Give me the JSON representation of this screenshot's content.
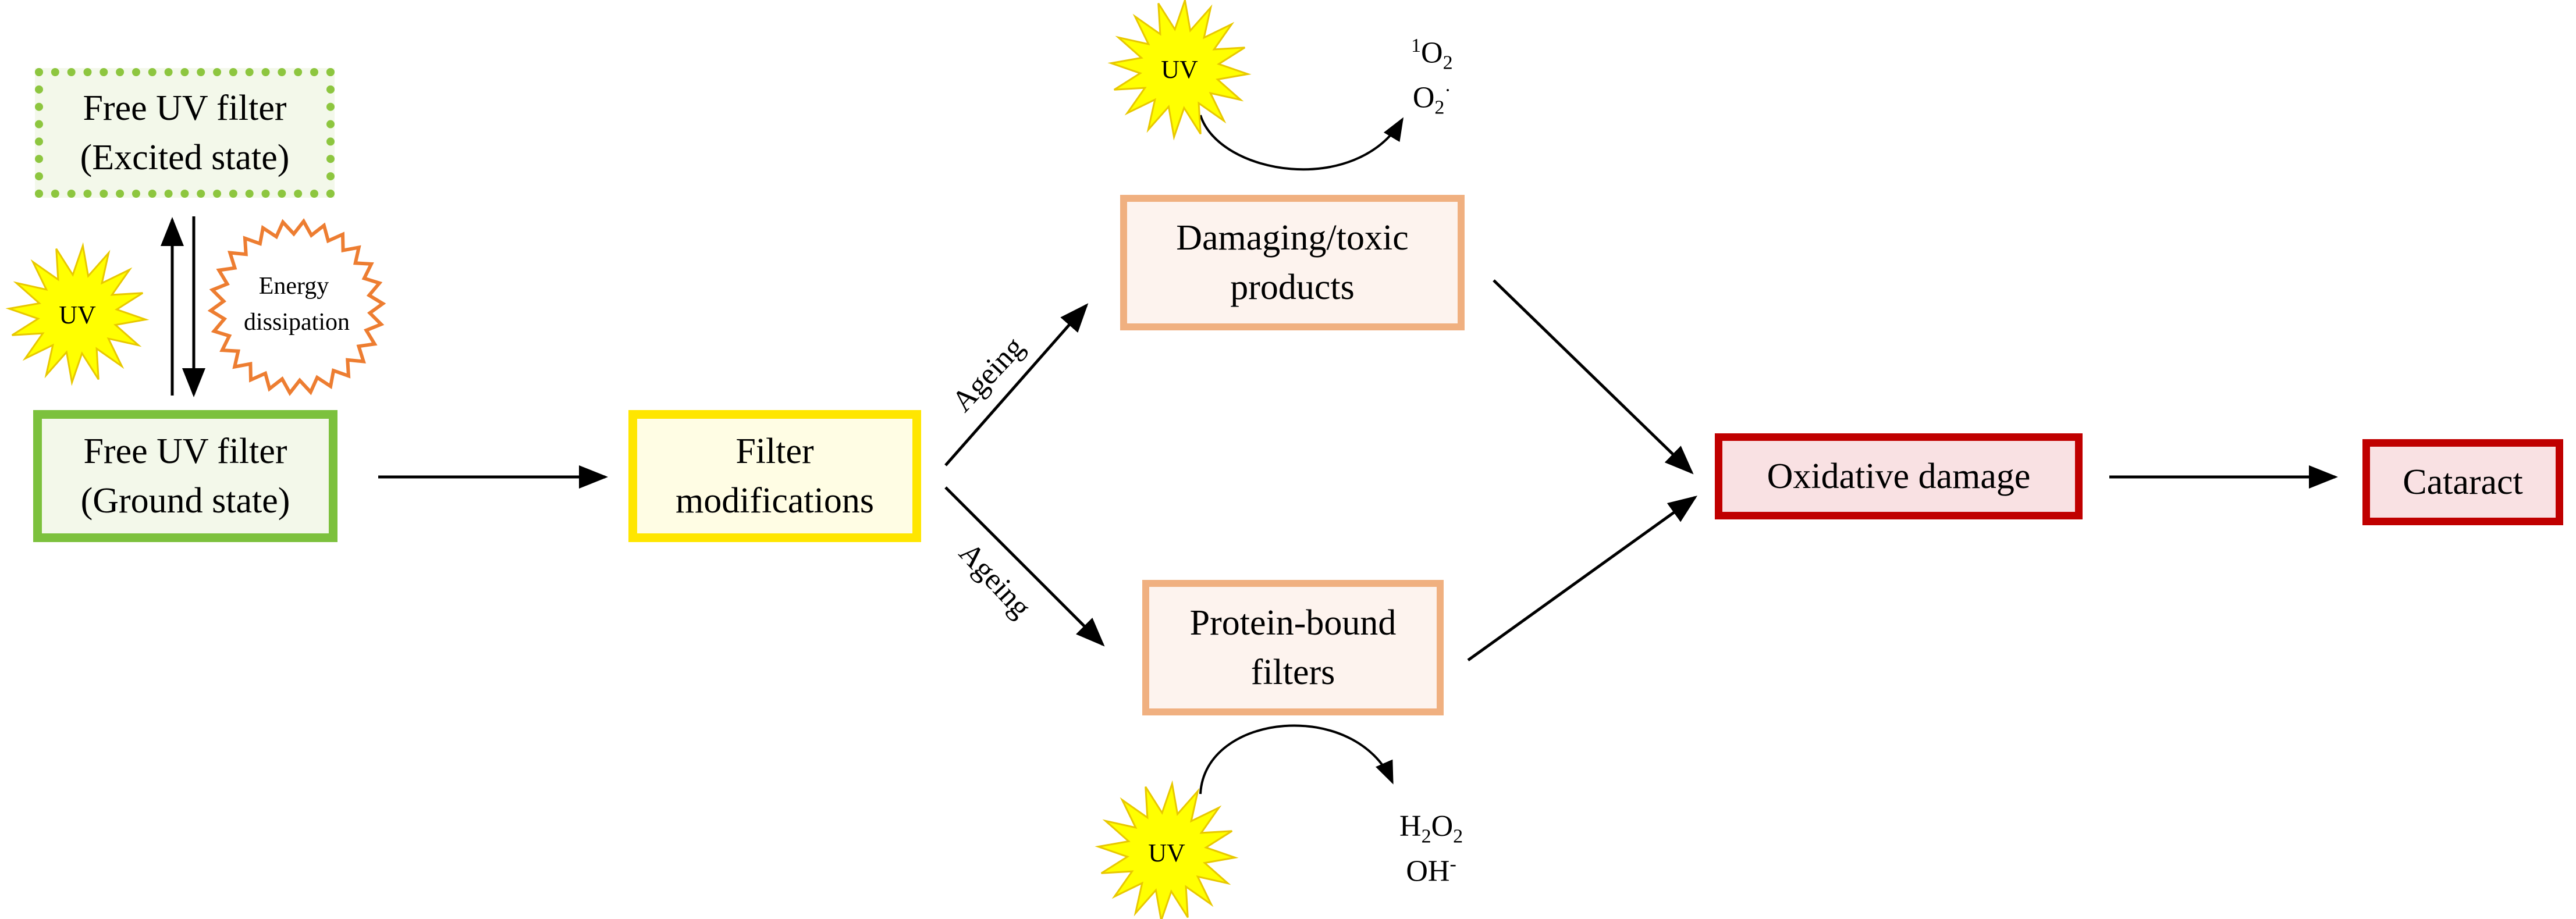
{
  "colors": {
    "excited_border": "#8dc63f",
    "excited_fill": "#f3f8ea",
    "ground_border": "#7cc13d",
    "ground_fill": "#f3f8ea",
    "modifications_border": "#ffe600",
    "modifications_fill": "#fffde4",
    "products_border": "#f0b080",
    "products_fill": "#fdf3ee",
    "damage_border": "#c00000",
    "damage_fill": "#f9e1e3",
    "uv_burst_fill": "#ffff00",
    "uv_burst_stroke": "#e8c800",
    "energy_stroke": "#ed7d31"
  },
  "nodes": {
    "excited": {
      "line1": "Free UV filter",
      "line2": "(Excited state)"
    },
    "ground": {
      "line1": "Free UV filter",
      "line2": "(Ground state)"
    },
    "modifications": {
      "line1": "Filter",
      "line2": "modifications"
    },
    "toxic": {
      "line1": "Damaging/toxic",
      "line2": "products"
    },
    "protein": {
      "line1": "Protein-bound",
      "line2": "filters"
    },
    "oxidative": {
      "line1": "Oxidative damage"
    },
    "cataract": {
      "line1": "Cataract"
    }
  },
  "bursts": {
    "uv_left": "UV",
    "uv_top": "UV",
    "uv_bottom": "UV",
    "energy_line1": "Energy",
    "energy_line2": "dissipation"
  },
  "labels": {
    "ageing_up": "Ageing",
    "ageing_down": "Ageing"
  },
  "species_top": {
    "singlet_sup": "1",
    "singlet": "O",
    "singlet_sub": "2",
    "superoxide": "O",
    "superoxide_sub": "2",
    "superoxide_sup": "·"
  },
  "species_bottom": {
    "h": "H",
    "h_sub": "2",
    "o": "O",
    "o_sub": "2",
    "hydroxyl": "OH",
    "hydroxyl_sup": "-"
  }
}
